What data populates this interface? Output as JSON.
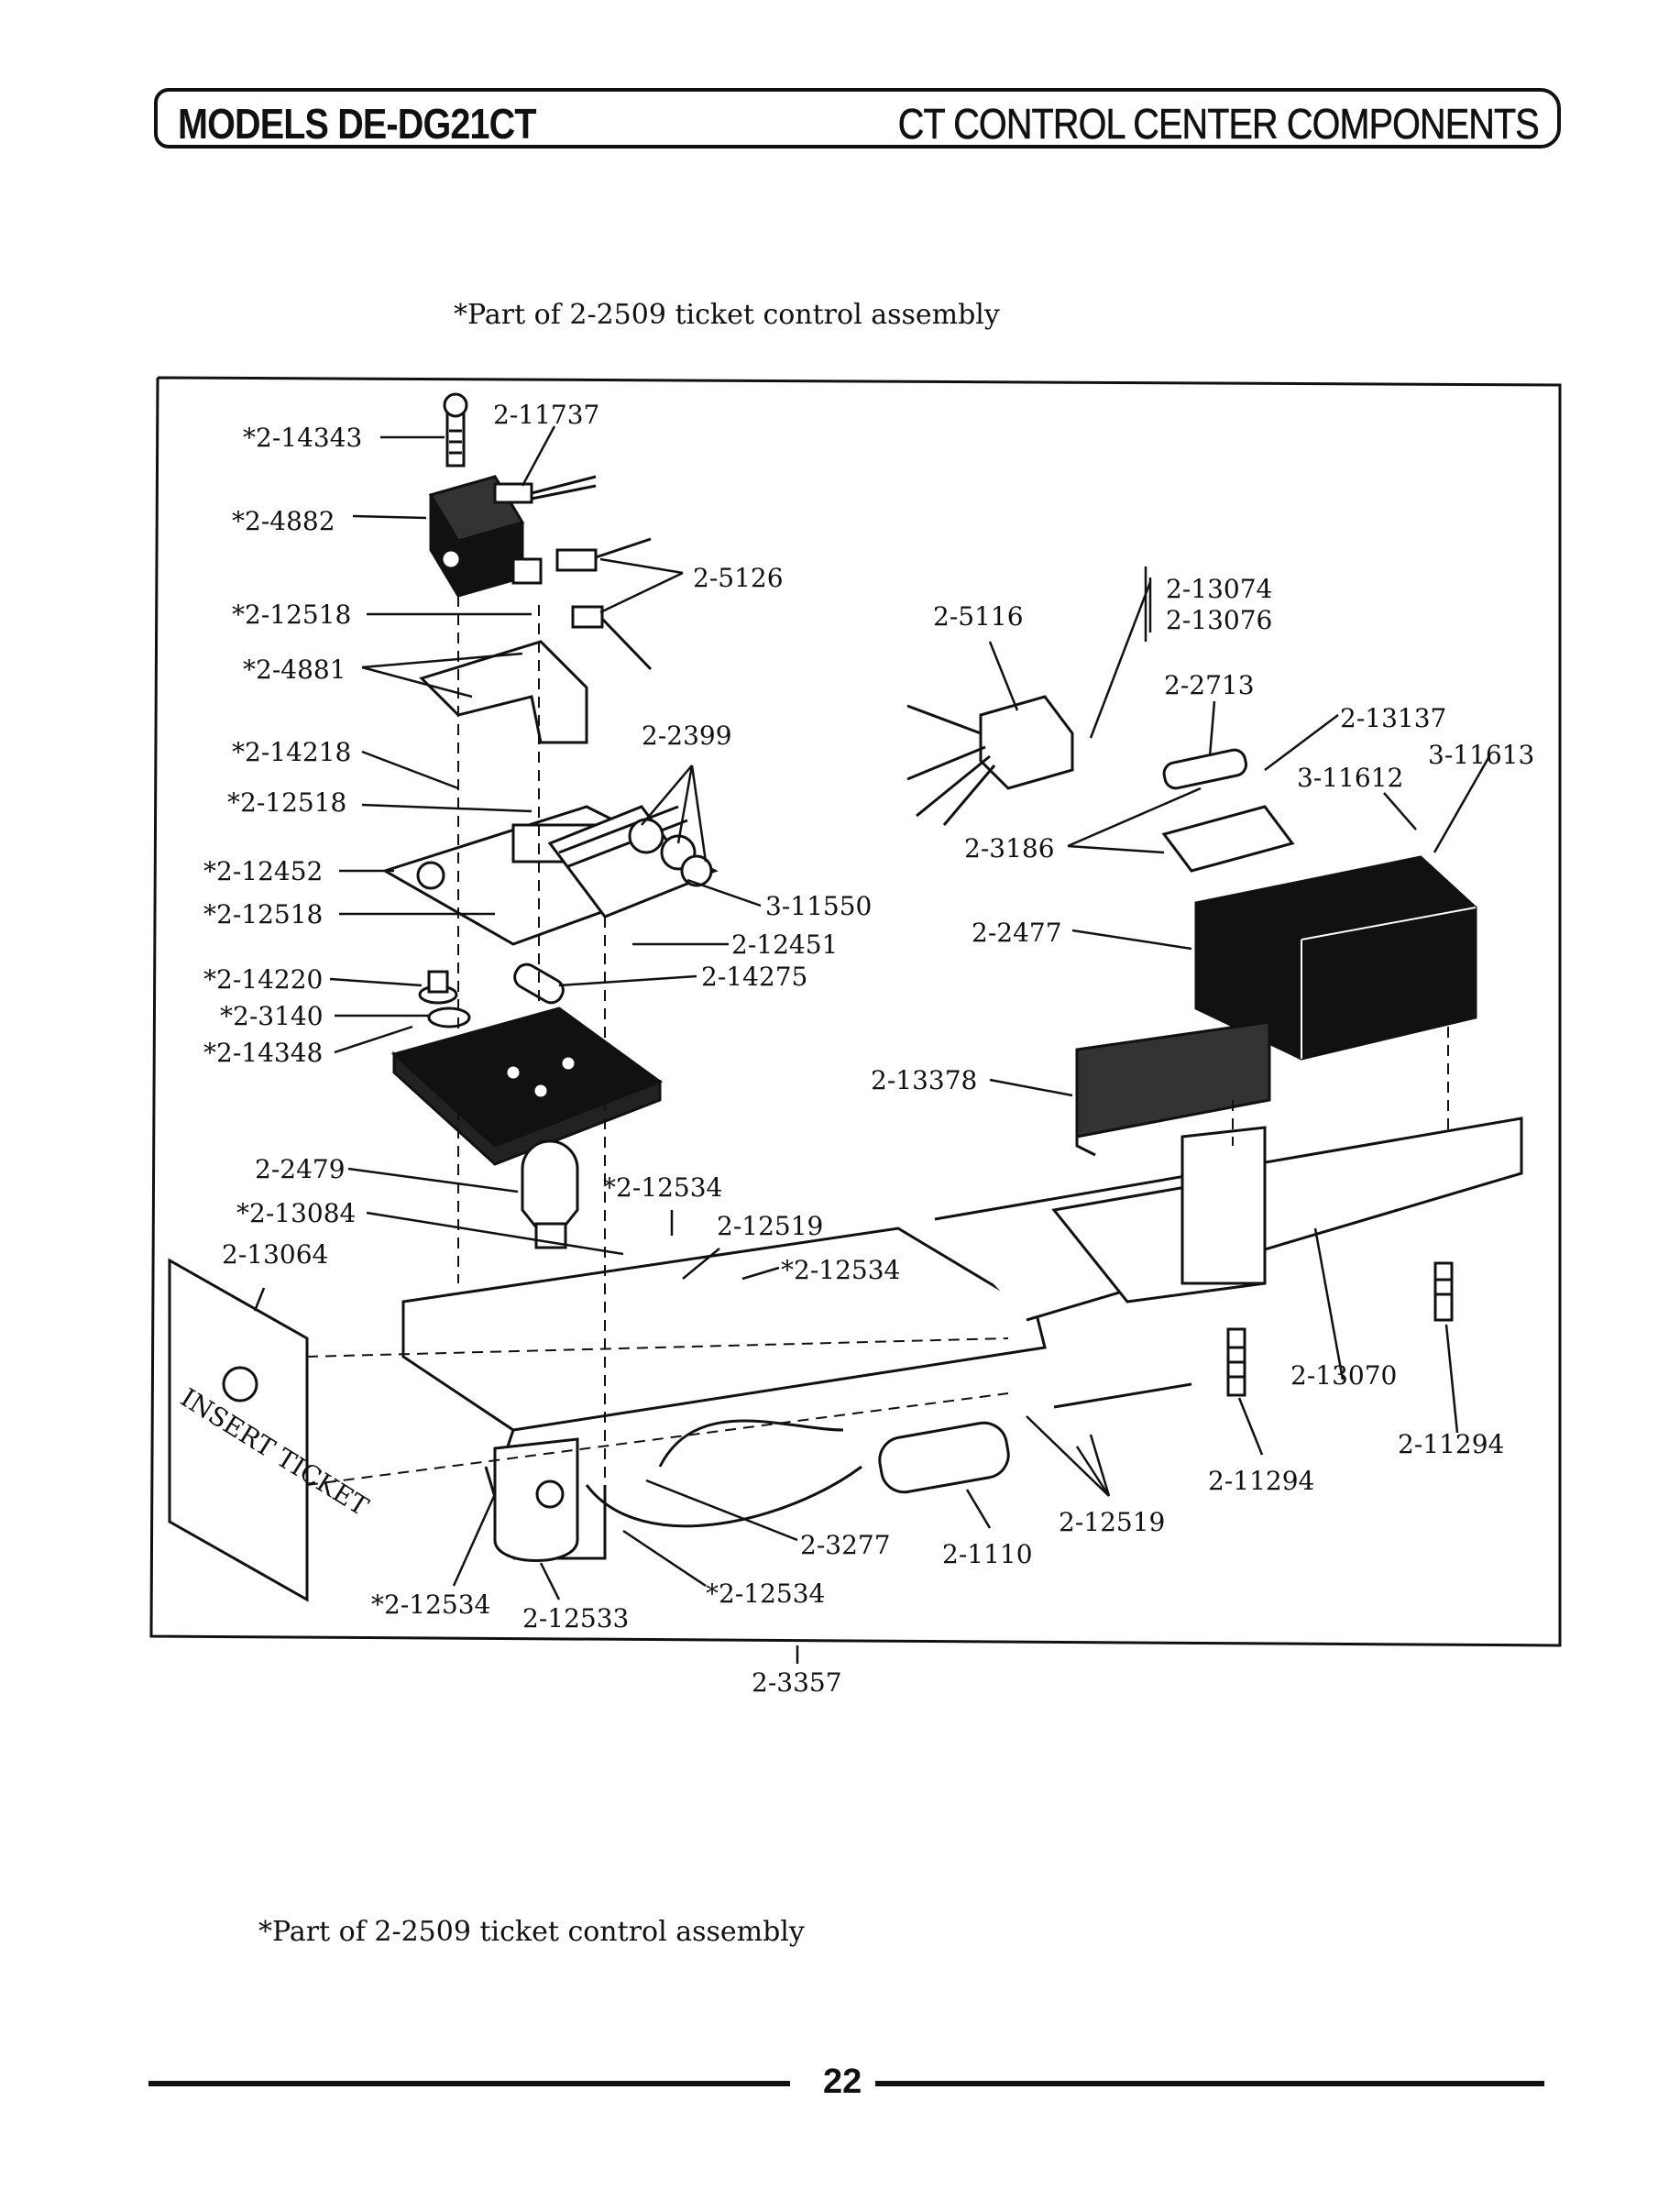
{
  "header": {
    "models": "MODELS DE-DG21CT",
    "section": "CT CONTROL CENTER COMPONENTS"
  },
  "note_top": "*Part of 2-2509 ticket control assembly",
  "note_bottom": "*Part of 2-2509 ticket control assembly",
  "page_number": "22",
  "insert_ticket_text": "INSERT TICKET",
  "part_labels": [
    "*2-14343",
    "2-11737",
    "*2-4882",
    "2-5126",
    "*2-12518",
    "*2-4881",
    "*2-14218",
    "2-2399",
    "*2-12518",
    "*2-12452",
    "*2-12518",
    "3-11550",
    "2-12451",
    "*2-14220",
    "2-14275",
    "*2-3140",
    "*2-14348",
    "2-5116",
    "2-13074",
    "2-13076",
    "2-2713",
    "2-13137",
    "3-11613",
    "3-11612",
    "2-3186",
    "2-2477",
    "2-13378",
    "2-2479",
    "*2-12534",
    "*2-13084",
    "2-12519",
    "2-13064",
    "*2-12534",
    "2-13070",
    "2-11294",
    "2-11294",
    "2-12519",
    "2-3277",
    "2-1110",
    "*2-12534",
    "*2-12534",
    "2-12533",
    "2-3357"
  ]
}
